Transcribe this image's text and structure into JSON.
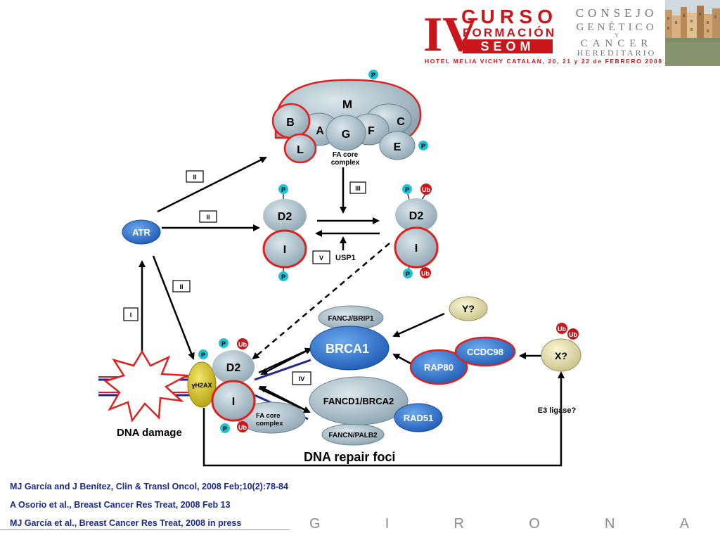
{
  "header": {
    "roman": "IV",
    "curso": "CURSO",
    "formacion": "FORMACIÓN",
    "seom": "SEOM",
    "venue": "HOTEL MELIA VICHY CATALAN, 20, 21 y 22 de FEBRERO 2008",
    "consejo": "CONSEJO",
    "genetico": "GENÉTICO",
    "y": "Y",
    "cancer": "CANCER",
    "hereditario": "HEREDITARIO"
  },
  "diagram": {
    "core": {
      "M": "M",
      "B": "B",
      "A": "A",
      "G": "G",
      "F": "F",
      "C": "C",
      "L": "L",
      "E": "E",
      "caption": "FA core complex"
    },
    "atr": "ATR",
    "d2": "D2",
    "i": "I",
    "p": "P",
    "ub": "Ub",
    "usp1": "USP1",
    "steps": {
      "I": "I",
      "II": "II",
      "III": "III",
      "IV": "IV",
      "V": "V"
    },
    "fancj": "FANCJ/BRIP1",
    "brca1": "BRCA1",
    "fancd1": "FANCD1/BRCA2",
    "fancn": "FANCN/PALB2",
    "rad51": "RAD51",
    "ccdc98": "CCDC98",
    "rap80": "RAP80",
    "y": "Y?",
    "x": "X?",
    "e3": "E3 ligase?",
    "h2ax": "γH2AX",
    "fa_core_small": "FA core complex",
    "dna_damage": "DNA damage",
    "repair_foci": "DNA repair foci"
  },
  "references": [
    "MJ García and J Benítez, Clin & Transl Oncol, 2008 Feb;10(2):78-84",
    "A Osorio et al., Breast Cancer Res Treat, 2008 Feb 13",
    "MJ García et al., Breast Cancer Res Treat, 2008 in press"
  ],
  "footer": {
    "girona": [
      "G",
      "I",
      "R",
      "O",
      "N",
      "A"
    ]
  },
  "colors": {
    "red": "#e0201e",
    "navy": "#24288c",
    "brca1_blue": "#2f74cf",
    "grey_blue": "#a8bcc6",
    "h2ax_yellow": "#d8c61a",
    "phospho_cyan": "#1fc1d2",
    "ubiquitin_red": "#c8161a"
  }
}
